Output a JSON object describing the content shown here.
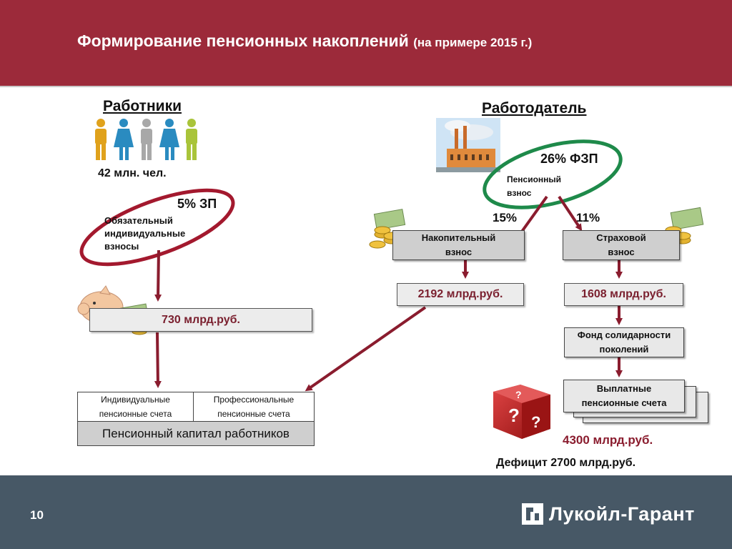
{
  "header": {
    "title": "Формирование пенсионных накоплений",
    "subtitle": "(на примере 2015 г.)"
  },
  "workers": {
    "heading": "Работники",
    "count": "42 млн. чел.",
    "rate": "5% ЗП",
    "contribution_label": "Обязательный индивидуальные взносы",
    "contribution_lines": [
      "Обязательный",
      "индивидуальные",
      "взносы"
    ],
    "amount": "730 млрд.руб."
  },
  "employer": {
    "heading": "Работодатель",
    "rate": "26% ФЗП",
    "contribution_lines": [
      "Пенсионный",
      "взнос"
    ],
    "funded_pct": "15%",
    "insurance_pct": "11%",
    "funded_label_lines": [
      "Накопительный",
      "взнос"
    ],
    "insurance_label_lines": [
      "Страховой",
      "взнос"
    ],
    "funded_amount": "2192 млрд.руб.",
    "insurance_amount": "1608 млрд.руб.",
    "solidarity_fund_lines": [
      "Фонд солидарности",
      "поколений"
    ],
    "payout_accounts_lines": [
      "Выплатные",
      "пенсионные счета"
    ],
    "payout_amount": "4300 млрд.руб.",
    "deficit": "Дефицит 2700 млрд.руб."
  },
  "capital": {
    "individual_lines": [
      "Индивидуальные",
      "пенсионные счета"
    ],
    "professional_lines": [
      "Профессиональные",
      "пенсионные счета"
    ],
    "label": "Пенсионный капитал работников"
  },
  "footer": {
    "page_number": "10",
    "logo_text": "Лукойл-Гарант"
  },
  "colors": {
    "header_bg": "#9c2a3a",
    "footer_bg": "#475866",
    "arrow": "#8a1c2e",
    "ellipse_red": "#a3192e",
    "ellipse_green": "#1e8a4a"
  },
  "icons": [
    "people-icon",
    "factory-icon",
    "coins-icon",
    "piggy-bank-icon",
    "dice-icon",
    "logo-icon"
  ]
}
